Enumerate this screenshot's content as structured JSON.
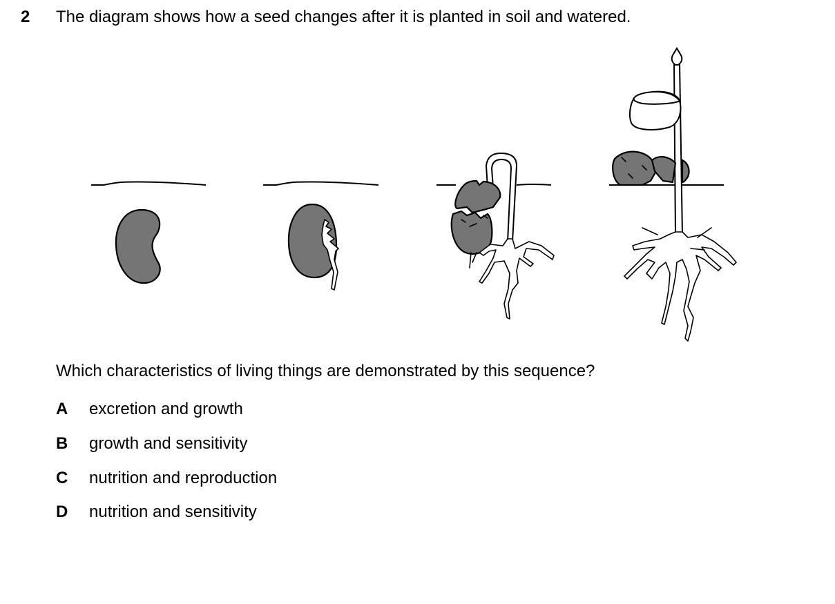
{
  "question": {
    "number": "2",
    "stem": "The diagram shows how a seed changes after it is planted in soil and watered.",
    "prompt": "Which characteristics of living things are demonstrated by this sequence?",
    "options": [
      {
        "letter": "A",
        "text": "excretion and growth"
      },
      {
        "letter": "B",
        "text": "growth and sensitivity"
      },
      {
        "letter": "C",
        "text": "nutrition and reproduction"
      },
      {
        "letter": "D",
        "text": "nutrition and sensitivity"
      }
    ]
  },
  "diagram": {
    "stages": [
      "seed",
      "seed-with-root",
      "seedling-emerging",
      "young-plant"
    ],
    "colors": {
      "seed": "#757575",
      "outline": "#000000",
      "background": "#ffffff"
    }
  }
}
